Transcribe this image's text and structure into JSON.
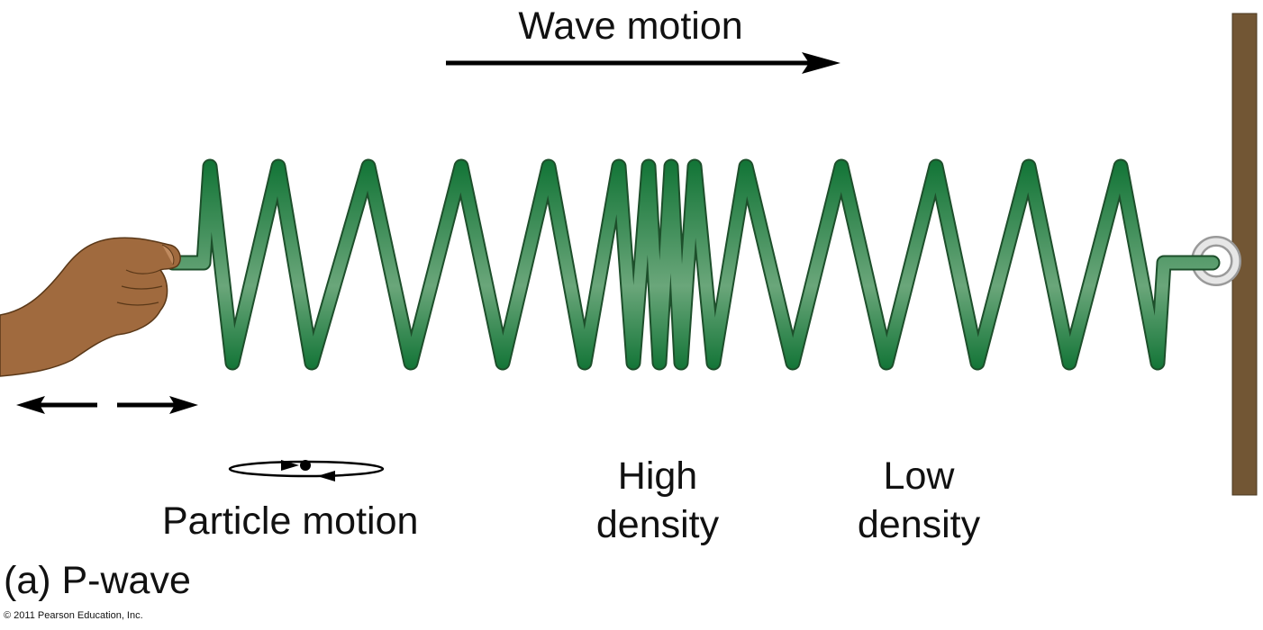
{
  "title": "Wave motion",
  "labels": {
    "particle_motion": "Particle motion",
    "high_density": [
      "High",
      "density"
    ],
    "low_density": [
      "Low",
      "density"
    ],
    "caption": "(a) P-wave",
    "copyright": "© 2011 Pearson Education, Inc."
  },
  "colors": {
    "spring_dark": "#177a3a",
    "spring_light": "#6aa67a",
    "wall": "#725634",
    "skin": "#a06a3e"
  }
}
